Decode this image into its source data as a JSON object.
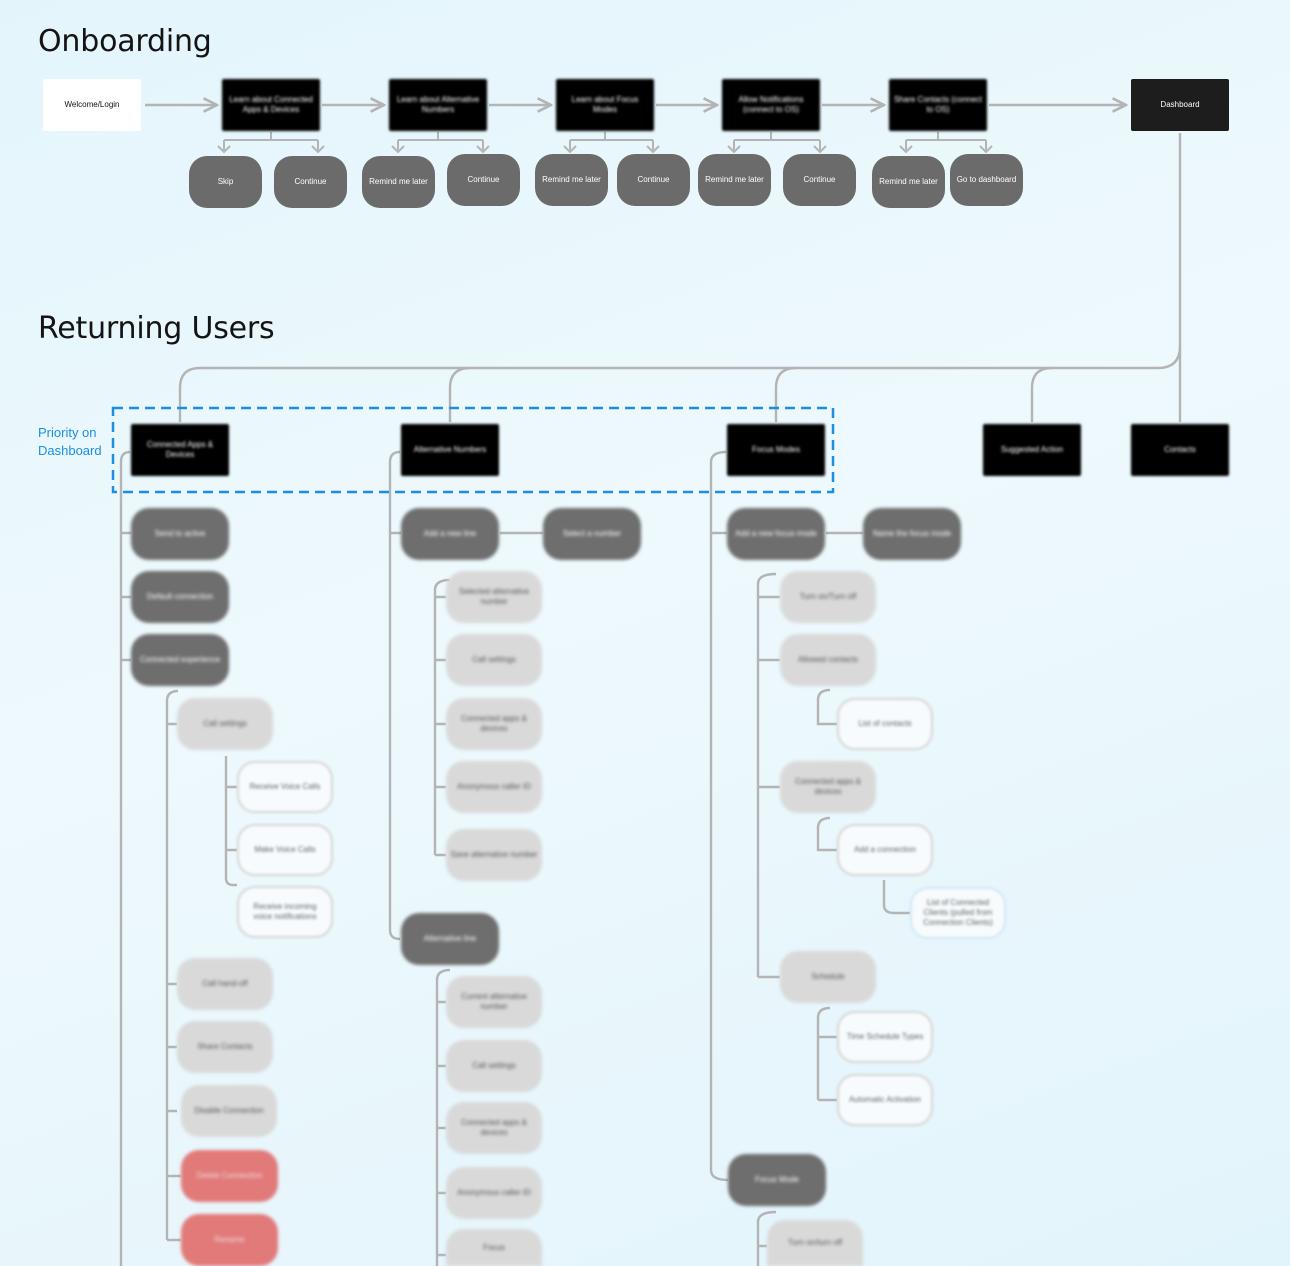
{
  "onboarding": {
    "title": "Onboarding",
    "steps": [
      "Welcome/Login",
      "Learn about Connected Apps & Devices",
      "Learn about Alternative Numbers",
      "Learn about Focus Modes",
      "Allow Notifications (connect to OS)",
      "Share Contacts (connect to OS)",
      "Dashboard"
    ],
    "options": [
      "Skip",
      "Continue",
      "Remind me later",
      "Continue",
      "Remind me later",
      "Continue",
      "Remind me later",
      "Continue",
      "Remind me later",
      "Go to dashboard"
    ]
  },
  "returning": {
    "title": "Returning Users",
    "priority_label": "Priority on Dashboard",
    "features": [
      "Connected Apps & Devices",
      "Alternative Numbers",
      "Focus Modes",
      "Suggested Action",
      "Contacts"
    ],
    "col1": {
      "items": [
        "Send to active",
        "Default connection",
        "Connected experience"
      ],
      "sub": [
        "Call settings",
        "Call hand-off",
        "Share Contacts",
        "Disable Connection",
        "Delete Connection",
        "Rename"
      ],
      "subsub": [
        "Receive Voice Calls",
        "Make Voice Calls",
        "Receive incoming voice notifications"
      ]
    },
    "col2": {
      "items": [
        "Add a new line",
        "Select a number",
        "Alternative line"
      ],
      "sub_a": [
        "Selected alternative number",
        "Call settings",
        "Connected apps & devices",
        "Anonymous caller ID",
        "Save alternative number"
      ],
      "sub_b": [
        "Current alternative number",
        "Call settings",
        "Connected apps & devices",
        "Anonymous caller ID",
        "Focus"
      ]
    },
    "col3": {
      "items": [
        "Add a new focus mode",
        "Name the focus mode",
        "Focus Mode"
      ],
      "sub": [
        "Turn on/Turn off",
        "Allowed contacts",
        "Connected apps & devices",
        "Schedule",
        "Turn on/turn off"
      ],
      "subsub": [
        "List of contacts",
        "Add a connection",
        "List of Connected Clients (pulled from Connection Clients)",
        "Time Schedule Types",
        "Automatic Activation"
      ]
    }
  },
  "colors": {
    "accent": "#1a8fe3",
    "node_dark": "#000000",
    "pill_dark": "#6b6b6b",
    "pill_light": "#d9d9d9",
    "pill_red": "#e27a7a",
    "connector": "#b4b4b4"
  }
}
